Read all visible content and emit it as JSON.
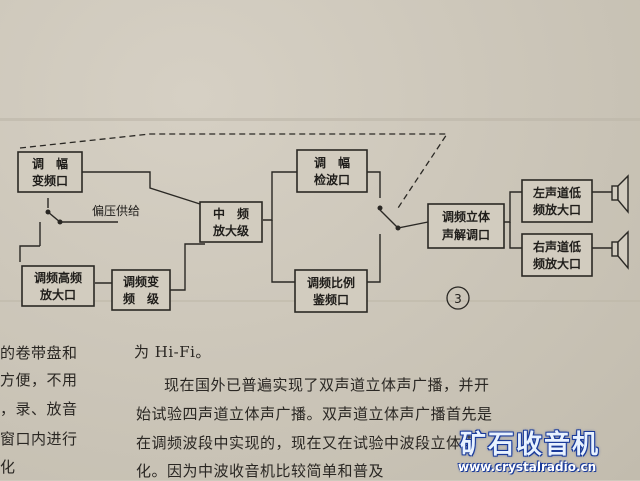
{
  "diagram": {
    "blocks": {
      "am_mixer": [
        "调　幅",
        "变频口"
      ],
      "fm_rf": [
        "调频高频",
        "放大口"
      ],
      "fm_mixer": [
        "调频变",
        "频　级"
      ],
      "if_amp": [
        "中　频",
        "放大级"
      ],
      "am_detector": [
        "调　幅",
        "检波口"
      ],
      "fm_detector": [
        "调频比例",
        "鉴频口"
      ],
      "stereo_decoder": [
        "调频立体",
        "声解调口"
      ],
      "left_amp": [
        "左声道低",
        "频放大口"
      ],
      "right_amp": [
        "右声道低",
        "频放大口"
      ]
    },
    "bias_label": "偏压供给",
    "figure_number": "③"
  },
  "text": {
    "left_col": [
      "的卷带盘和",
      "方便，不用",
      "，录、放音",
      "窗口内进行",
      "化"
    ],
    "right_col": [
      "为 Hi-Fi。",
      "现在国外已普遍实现了双声道立体声广播，并开",
      "始试验四声道立体声广播。双声道立体声广播首先是",
      "在调频波段中实现的，现在又在试验中波段立体声",
      "化。因为中波收音机比较简单和普及"
    ]
  },
  "watermark": {
    "title": "矿石收音机",
    "url": "www.crystalradio.cn"
  }
}
